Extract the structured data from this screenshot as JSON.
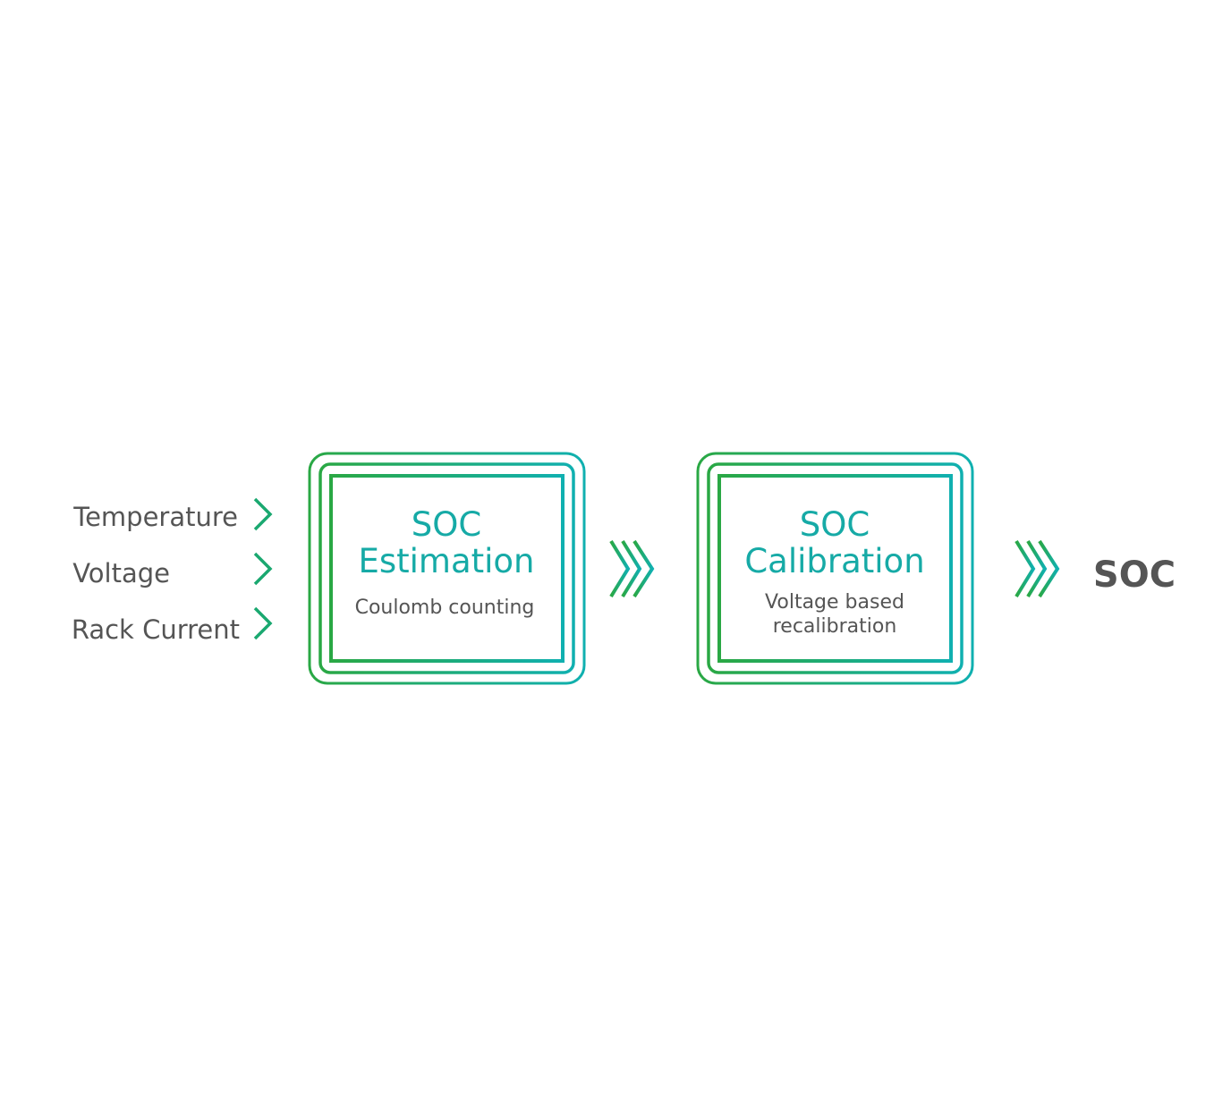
{
  "inputs": [
    "Temperature",
    "Voltage",
    "Rack Current"
  ],
  "stages": [
    {
      "title_line1": "SOC",
      "title_line2": "Estimation",
      "subtitle_lines": [
        "Coulomb counting"
      ]
    },
    {
      "title_line1": "SOC",
      "title_line2": "Calibration",
      "subtitle_lines": [
        "Voltage based",
        "recalibration"
      ]
    }
  ],
  "output": "SOC",
  "colors": {
    "gradient_start": "#2aa844",
    "gradient_end": "#10b0b0",
    "text": "#555555",
    "title": "#16aaa6"
  }
}
